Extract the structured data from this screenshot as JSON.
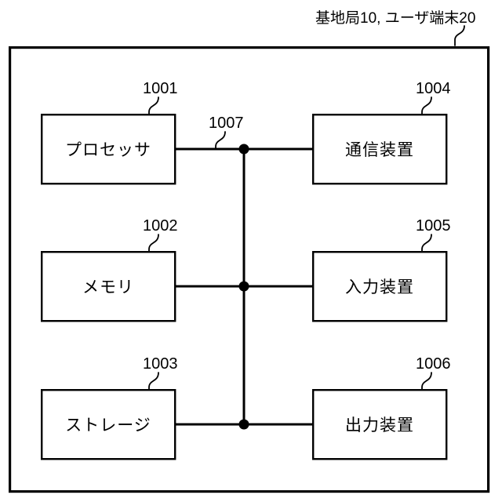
{
  "figure": {
    "title": "基地局10, ユーザ端末20",
    "background_color": "#ffffff",
    "line_color": "#000000"
  },
  "frame": {
    "name": "device-enclosure",
    "ref": ""
  },
  "bus": {
    "label": "1007",
    "name": "bus-1007"
  },
  "blocks": [
    {
      "id": "processor",
      "label": "プロセッサ",
      "ref": "1001",
      "side": "left",
      "row": 1
    },
    {
      "id": "memory",
      "label": "メモリ",
      "ref": "1002",
      "side": "left",
      "row": 2
    },
    {
      "id": "storage",
      "label": "ストレージ",
      "ref": "1003",
      "side": "left",
      "row": 3
    },
    {
      "id": "communication-device",
      "label": "通信装置",
      "ref": "1004",
      "side": "right",
      "row": 1
    },
    {
      "id": "input-device",
      "label": "入力装置",
      "ref": "1005",
      "side": "right",
      "row": 2
    },
    {
      "id": "output-device",
      "label": "出力装置",
      "ref": "1006",
      "side": "right",
      "row": 3
    }
  ]
}
